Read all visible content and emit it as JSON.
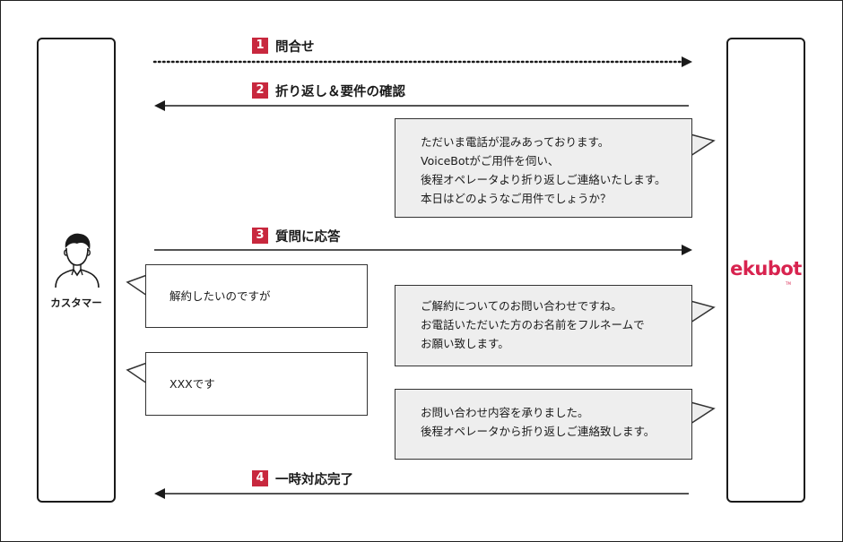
{
  "actors": {
    "customer": {
      "label": "カスタマー",
      "icon": "person-icon"
    },
    "bot": {
      "logo": "ekubot",
      "tm": "TM"
    }
  },
  "steps": [
    {
      "num": "1",
      "label": "問合せ",
      "direction": "customer-to-bot",
      "style": "dotted"
    },
    {
      "num": "2",
      "label": "折り返し＆要件の確認",
      "direction": "bot-to-customer",
      "style": "solid"
    },
    {
      "num": "3",
      "label": "質問に応答",
      "direction": "customer-to-bot",
      "style": "solid"
    },
    {
      "num": "4",
      "label": "一時対応完了",
      "direction": "bot-to-customer",
      "style": "solid"
    }
  ],
  "bubbles": {
    "bot1": [
      "ただいま電話が混みあっております。",
      "VoiceBotがご用件を伺い、",
      "後程オペレータより折り返しご連絡いたします。",
      "本日はどのようなご用件でしょうか？"
    ],
    "customer1": [
      "解約したいのですが"
    ],
    "bot2": [
      "ご解約についてのお問い合わせですね。",
      "お電話いただいた方のお名前をフルネームで",
      "お願い致します。"
    ],
    "customer2": [
      "XXXです"
    ],
    "bot3": [
      "お問い合わせ内容を承りました。",
      "後程オペレータから折り返しご連絡致します。"
    ]
  },
  "colors": {
    "badge": "#c8283e",
    "logo": "#d8234f",
    "bot_bubble": "#eeeeee",
    "customer_bubble": "#ffffff"
  }
}
